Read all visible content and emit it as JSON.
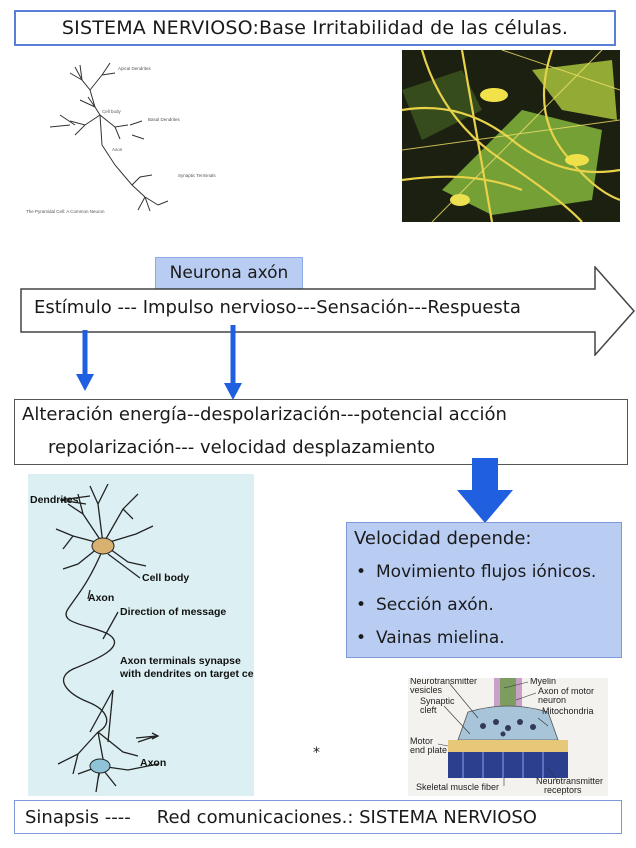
{
  "title": "SISTEMA NERVIOSO:Base  Irritabilidad de las células.",
  "top_left_diagram": {
    "labels": [
      "Apical Dendrites",
      "Cell body",
      "Basal Dendrites",
      "Axon",
      "Synaptic Terminals",
      "The Pyramidal Cell: A Common Neuron"
    ]
  },
  "neurona_label": "Neurona axón",
  "flow_arrow_text": "Estímulo --- Impulso nervioso---Sensación---Respuesta",
  "alteracion": {
    "line1": "Alteración energía--despolarización---potencial acción",
    "line2": "repolarización--- velocidad desplazamiento"
  },
  "velocidad": {
    "title": "Velocidad depende:",
    "bullet": "•",
    "items": [
      "Movimiento flujos iónicos.",
      "Sección axón.",
      "Vainas mielina."
    ]
  },
  "neuron_diagram": {
    "labels": [
      "Dendrites",
      "Cell body",
      "Axon",
      "Direction of message",
      "Axon terminals synapse",
      "with dendrites on target cell",
      "Axon"
    ]
  },
  "junction_diagram": {
    "labels": [
      "Neurotransmitter",
      "vesicles",
      "Myelin",
      "Axon of motor",
      "neuron",
      "Synaptic",
      "cleft",
      "Mitochondria",
      "Motor",
      "end plate",
      "Skeletal muscle fiber",
      "Neurotransmitter",
      "receptors"
    ]
  },
  "asterisk": "*",
  "footer": {
    "part1": "Sinapsis ----",
    "part2": "Red comunicaciones.: SISTEMA NERVIOSO"
  },
  "colors": {
    "accent_blue": "#1f5fe0",
    "box_fill": "#b9cdf3",
    "panel_bg": "#dcf0f3"
  }
}
